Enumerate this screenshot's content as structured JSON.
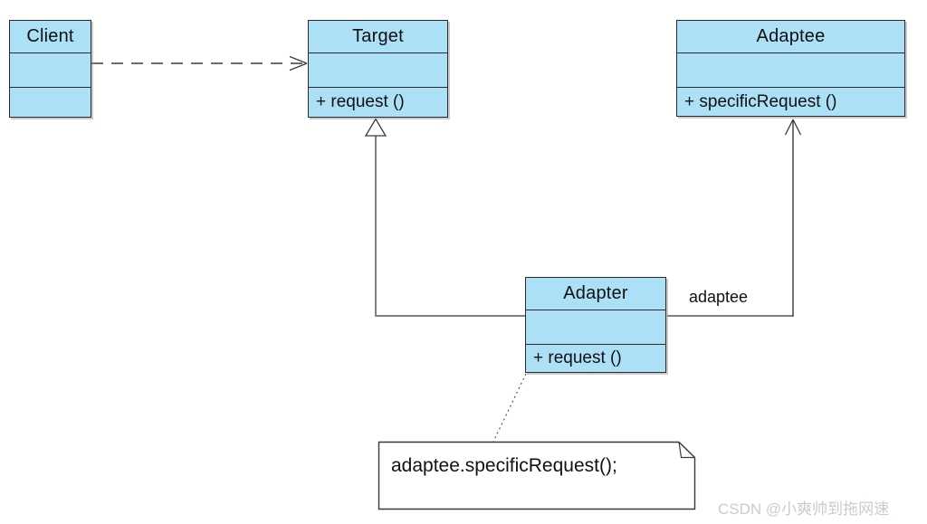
{
  "diagram": {
    "kind": "uml-class-diagram",
    "pattern": "Adapter",
    "classes": [
      {
        "name": "Client",
        "methods": []
      },
      {
        "name": "Target",
        "methods": [
          "+ request ()"
        ]
      },
      {
        "name": "Adaptee",
        "methods": [
          "+ specificRequest ()"
        ]
      },
      {
        "name": "Adapter",
        "methods": [
          "+ request ()"
        ]
      }
    ],
    "edges": [
      {
        "type": "dependency",
        "from": "Client",
        "to": "Target",
        "style": "dashed-open-arrow"
      },
      {
        "type": "generalization",
        "from": "Adapter",
        "to": "Target",
        "style": "solid-hollow-triangle"
      },
      {
        "type": "association",
        "from": "Adapter",
        "to": "Adaptee",
        "style": "solid-open-arrow",
        "label": "adaptee"
      }
    ],
    "edge_labels": {
      "adaptee_role": "adaptee"
    },
    "note": {
      "text": "adaptee.specificRequest();",
      "attached_to": "Adapter.request"
    },
    "watermark": "CSDN @小爽帅到拖网速",
    "colors": {
      "class_fill": "#abe0f7",
      "class_border": "#2b2b2b",
      "inheritance_line": "#808080",
      "association_line": "#3a3a3a",
      "note_fill": "#ffffff",
      "watermark_text": "#c9cbcd"
    }
  }
}
